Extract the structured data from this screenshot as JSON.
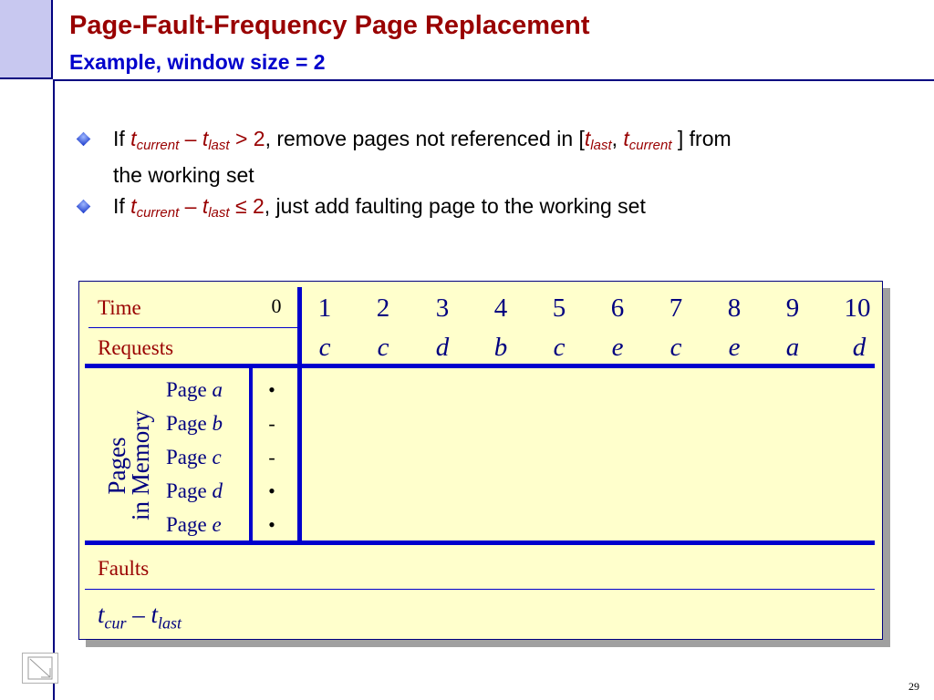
{
  "slide": {
    "title": "Page-Fault-Frequency Page Replacement",
    "subtitle": "Example, window size = 2",
    "page_number": "29"
  },
  "bullets": [
    {
      "prefix": "If",
      "var1": "t",
      "var1_sub": "current",
      "minus": "–",
      "var2": "t",
      "var2_sub": "last",
      "cmp": ">",
      "num": "2",
      "text_a": ", remove pages not referenced in [",
      "var3": "t",
      "var3_sub": "last",
      "comma": ",",
      "var4": "t",
      "var4_sub": "current",
      "text_b": " ] from",
      "line2": "the working set"
    },
    {
      "prefix": "If",
      "var1": "t",
      "var1_sub": "current",
      "minus": "–",
      "var2": "t",
      "var2_sub": "last",
      "cmp": "≤",
      "num": "2",
      "text_a": ", just add faulting page to the working set"
    }
  ],
  "table": {
    "time_label": "Time",
    "requests_label": "Requests",
    "time_values": [
      "0",
      "1",
      "2",
      "3",
      "4",
      "5",
      "6",
      "7",
      "8",
      "9",
      "10"
    ],
    "requests": [
      "c",
      "c",
      "d",
      "b",
      "c",
      "e",
      "c",
      "e",
      "a",
      "d"
    ],
    "pages_in_memory_label_line1": "Pages",
    "pages_in_memory_label_line2": "in Memory",
    "pages": [
      {
        "word": "Page",
        "letter": "a",
        "initial": "•"
      },
      {
        "word": "Page",
        "letter": "b",
        "initial": "-"
      },
      {
        "word": "Page",
        "letter": "c",
        "initial": "-"
      },
      {
        "word": "Page",
        "letter": "d",
        "initial": "•"
      },
      {
        "word": "Page",
        "letter": "e",
        "initial": "•"
      }
    ],
    "faults_label": "Faults",
    "diff_label": {
      "t1": "t",
      "sub1": "cur",
      "minus": "–",
      "t2": "t",
      "sub2": "last"
    }
  },
  "colors": {
    "title": "#990000",
    "subtitle": "#0000cc",
    "table_bg": "#ffffcc",
    "rule": "#0000cc"
  },
  "icons": [
    "bullet-diamond-icon",
    "nav-arrow-icon"
  ]
}
